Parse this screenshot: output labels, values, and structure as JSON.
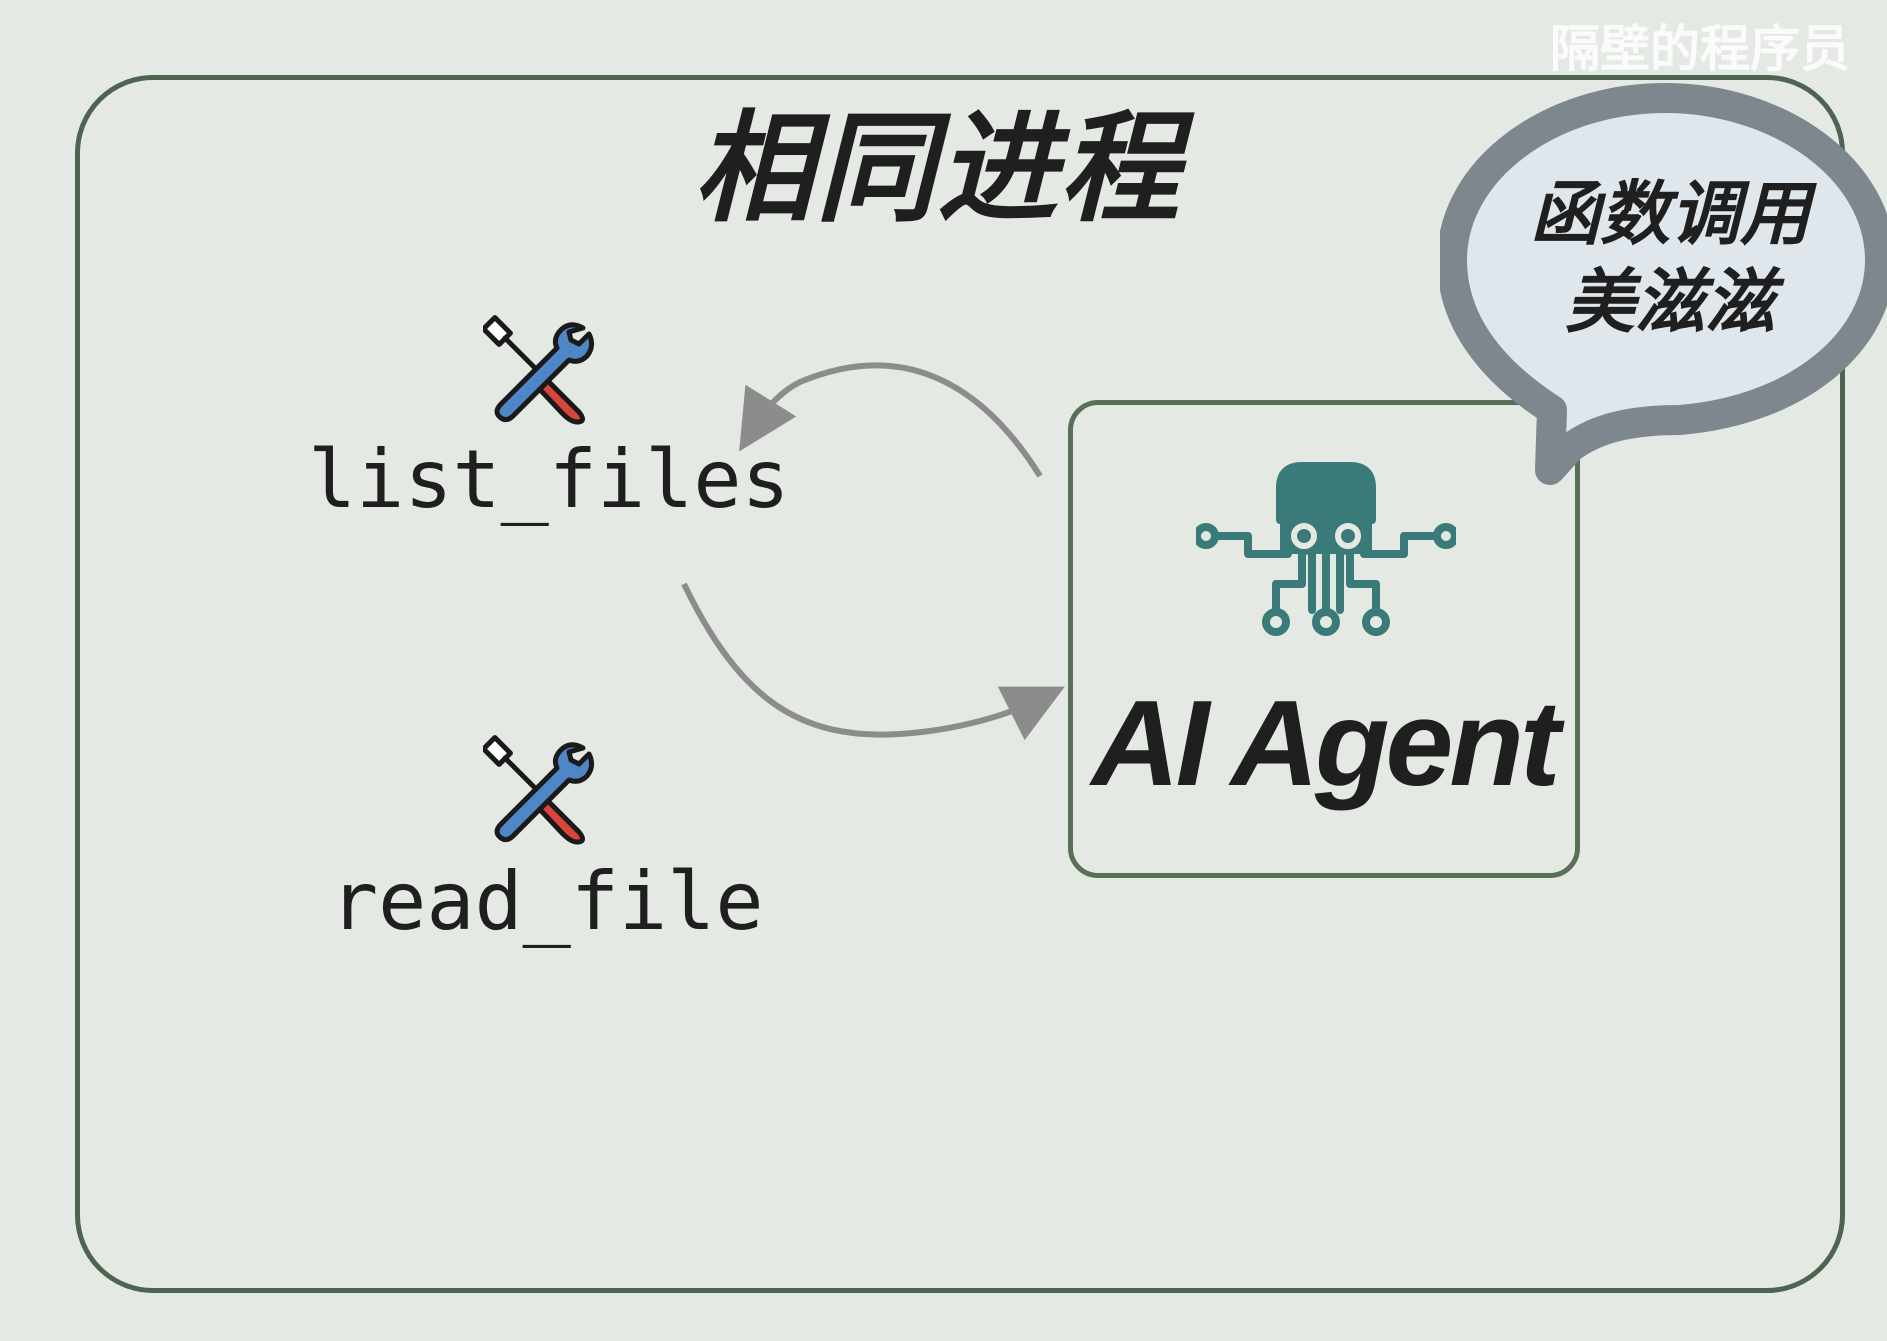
{
  "watermark": "隔壁的程序员",
  "frame": {
    "title": "相同进程"
  },
  "tools": [
    {
      "name": "list_files",
      "icon": "tools-icon"
    },
    {
      "name": "read_file",
      "icon": "tools-icon"
    }
  ],
  "agent": {
    "label": "AI Agent",
    "icon": "octopus-robot-icon"
  },
  "bubble": {
    "line1": "函数调用",
    "line2": "美滋滋"
  },
  "colors": {
    "background": "#e4e9e3",
    "frame_border": "#4e6350",
    "agent_icon": "#3a7a78",
    "arrow": "#8c8c8c",
    "bubble_border": "#7e868e",
    "bubble_fill": "#dfe6ec",
    "wrench_blue": "#4f86c6",
    "screwdriver_red": "#d9453b"
  }
}
